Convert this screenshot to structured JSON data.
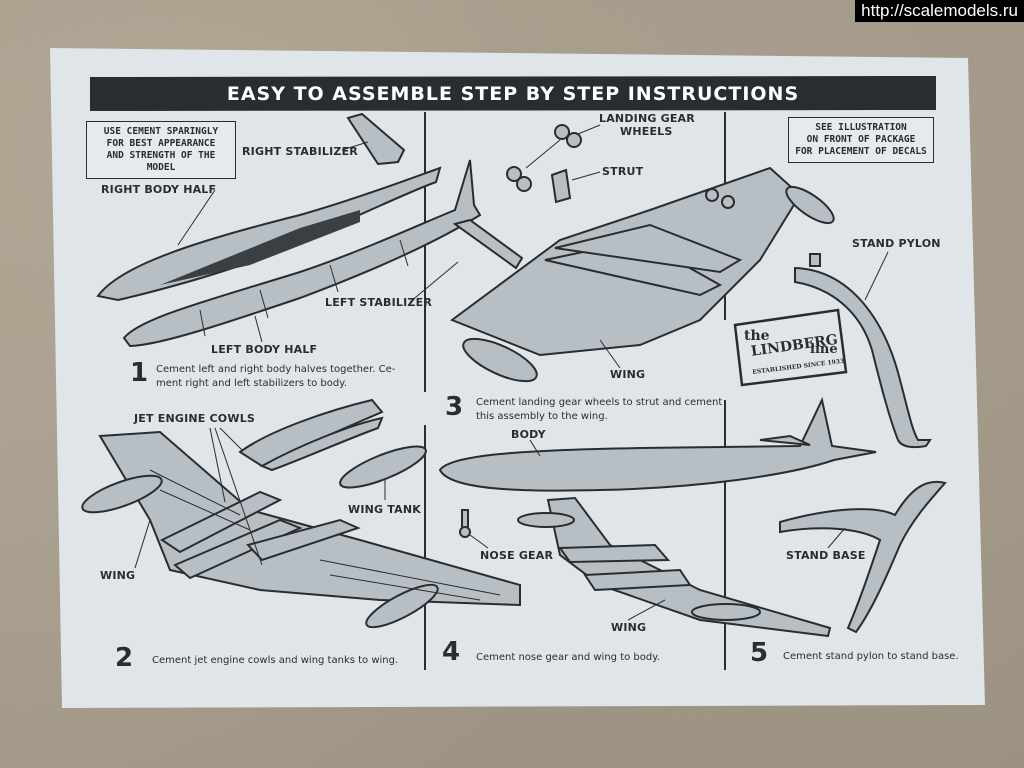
{
  "watermark": "http://scalemodels.ru",
  "sheet": {
    "title": "EASY TO ASSEMBLE STEP BY STEP INSTRUCTIONS",
    "colors": {
      "paper": "#dfe5e9",
      "ink": "#2a2d30",
      "board": "#a79d8c"
    },
    "notes": {
      "cement": [
        "USE CEMENT SPARINGLY",
        "FOR BEST APPEARANCE",
        "AND STRENGTH OF THE MODEL"
      ],
      "decals": [
        "SEE ILLUSTRATION",
        "ON FRONT OF PACKAGE",
        "FOR PLACEMENT OF DECALS"
      ]
    },
    "labels": {
      "right_stabilizer": "RIGHT STABILIZER",
      "right_body_half": "RIGHT BODY HALF",
      "left_stabilizer": "LEFT STABILIZER",
      "left_body_half": "LEFT BODY HALF",
      "landing_gear_wheels_1": "LANDING GEAR",
      "landing_gear_wheels_2": "WHEELS",
      "strut": "STRUT",
      "wing_step3": "WING",
      "stand_pylon": "STAND PYLON",
      "jet_engine_cowls": "JET ENGINE COWLS",
      "wing_tank": "WING TANK",
      "wing_step2": "WING",
      "body": "BODY",
      "nose_gear": "NOSE GEAR",
      "wing_step4": "WING",
      "stand_base": "STAND BASE"
    },
    "logo": {
      "the": "the",
      "brand": "LINDBERG",
      "line": "line",
      "est": "ESTABLISHED SINCE 1933"
    },
    "steps": [
      {
        "num": "1",
        "text_1": "Cement left and right body halves together. Ce-",
        "text_2": "ment right and left stabilizers to body."
      },
      {
        "num": "2",
        "text_1": "Cement jet engine cowls and wing tanks to wing."
      },
      {
        "num": "3",
        "text_1": "Cement landing gear wheels to strut and cement",
        "text_2": "this assembly to the wing."
      },
      {
        "num": "4",
        "text_1": "Cement nose gear and wing to body."
      },
      {
        "num": "5",
        "text_1": "Cement stand pylon to stand base."
      }
    ]
  }
}
